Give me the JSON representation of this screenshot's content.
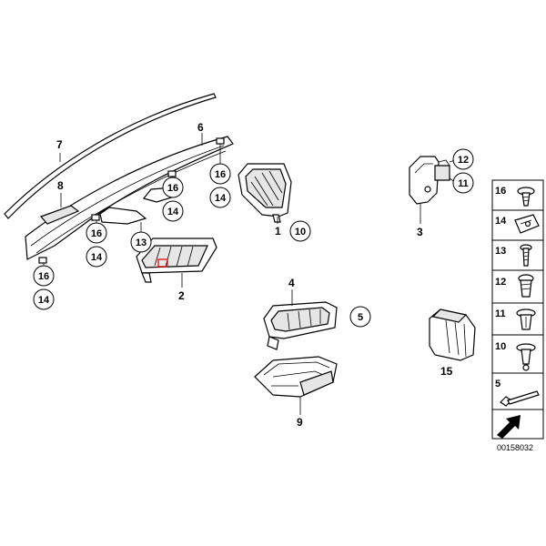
{
  "callouts": [
    {
      "id": "c7",
      "text": "7"
    },
    {
      "id": "c6",
      "text": "6"
    },
    {
      "id": "c8",
      "text": "8"
    },
    {
      "id": "c16a",
      "text": "16"
    },
    {
      "id": "c14a",
      "text": "14"
    },
    {
      "id": "c16b",
      "text": "16"
    },
    {
      "id": "c14b",
      "text": "14"
    },
    {
      "id": "c13",
      "text": "13"
    },
    {
      "id": "c16c",
      "text": "16"
    },
    {
      "id": "c14c",
      "text": "14"
    },
    {
      "id": "c16d",
      "text": "16"
    },
    {
      "id": "c14d",
      "text": "14"
    },
    {
      "id": "c1",
      "text": "1"
    },
    {
      "id": "c10",
      "text": "10"
    },
    {
      "id": "c2",
      "text": "2"
    },
    {
      "id": "c3",
      "text": "3"
    },
    {
      "id": "c12",
      "text": "12"
    },
    {
      "id": "c11",
      "text": "11"
    },
    {
      "id": "c4",
      "text": "4"
    },
    {
      "id": "c5",
      "text": "5"
    },
    {
      "id": "c9",
      "text": "9"
    },
    {
      "id": "c15",
      "text": "15"
    }
  ],
  "legend": [
    "16",
    "14",
    "13",
    "12",
    "11",
    "10",
    "5"
  ],
  "diagram_code": "00158032"
}
